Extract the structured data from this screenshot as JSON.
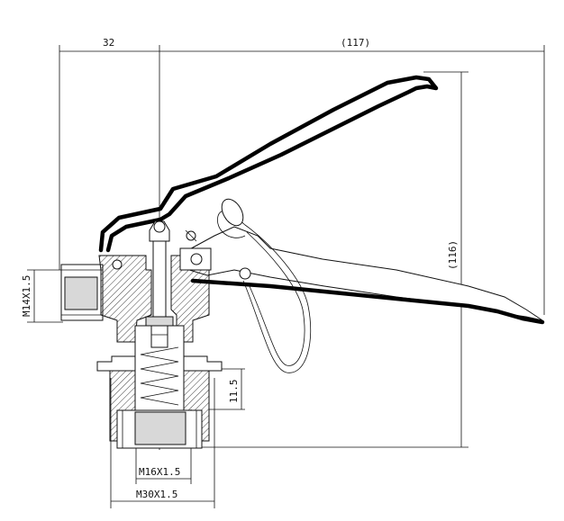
{
  "dimensions": {
    "top_left_width": "32",
    "top_right_width": "(117)",
    "right_height": "(116)",
    "inlet_thread": "M14X1.5",
    "spring_height": "11.5",
    "outlet_thread": "M16X1.5",
    "body_thread": "M30X1.5"
  }
}
